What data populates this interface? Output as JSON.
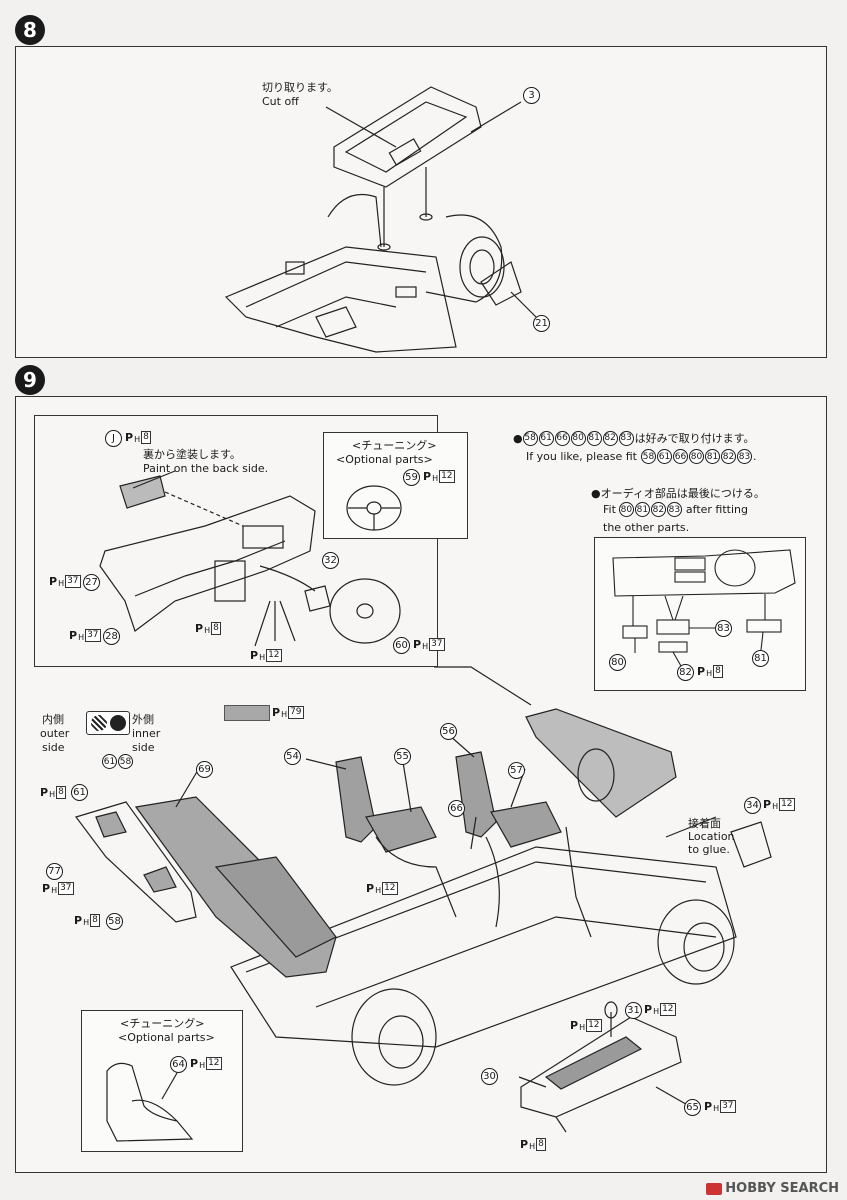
{
  "steps": {
    "s8": "8",
    "s9": "9"
  },
  "step8": {
    "cut_jp": "切り取ります。",
    "cut_en": "Cut off",
    "part3": "3",
    "part21": "21"
  },
  "step9": {
    "inset_dash": {
      "j_label": "J",
      "j_paint": "8",
      "back_jp": "裏から塗装します。",
      "back_en": "Paint on the back side.",
      "p27": "27",
      "p27_paint": "37",
      "p28": "28",
      "p28_paint": "37",
      "p8_paint": "8",
      "p12_paint": "12",
      "p32": "32",
      "p60": "60",
      "p60_paint": "37"
    },
    "optional_wheel": {
      "title_jp": "<チューニング>",
      "title_en": "<Optional parts>",
      "p59": "59",
      "p59_paint": "12"
    },
    "note1": {
      "parts": [
        "58",
        "61",
        "66",
        "80",
        "81",
        "82",
        "83"
      ],
      "jp_suffix": "は好みで取り付けます。",
      "en_prefix": "If you like, please fit",
      "en_suffix": "."
    },
    "note2": {
      "jp": "●オーディオ部品は最後につける。",
      "en_prefix": "Fit",
      "parts": [
        "80",
        "81",
        "82",
        "83"
      ],
      "en_suffix": "after fitting",
      "en_line2": "the other parts."
    },
    "audio": {
      "p80": "80",
      "p81": "81",
      "p82": "82",
      "p82_paint": "8",
      "p83": "83"
    },
    "sides": {
      "outer_jp": "内側",
      "outer_en1": "outer",
      "outer_en2": "side",
      "inner_jp": "外側",
      "inner_en1": "inner",
      "inner_en2": "side",
      "p61": "61",
      "p58": "58"
    },
    "swatch_paint": "79",
    "parts": {
      "p61": "61",
      "p61_paint": "8",
      "p77": "77",
      "p77_paint": "37",
      "p58": "58",
      "p58_paint": "8",
      "p69": "69",
      "p54": "54",
      "p55": "55",
      "p56": "56",
      "p57": "57",
      "p66": "66",
      "p12a_paint": "12",
      "p34": "34",
      "p34_paint": "12",
      "glue_jp": "接着面",
      "glue_en1": "Location",
      "glue_en2": "to glue.",
      "p31": "31",
      "p31_paint": "12",
      "p12b_paint": "12",
      "p30": "30",
      "p65": "65",
      "p65_paint": "37",
      "p8b_paint": "8"
    },
    "optional_seat": {
      "title_jp": "<チューニング>",
      "title_en": "<Optional parts>",
      "p64": "64",
      "p64_paint": "12"
    }
  },
  "watermark": "HOBBY SEARCH"
}
